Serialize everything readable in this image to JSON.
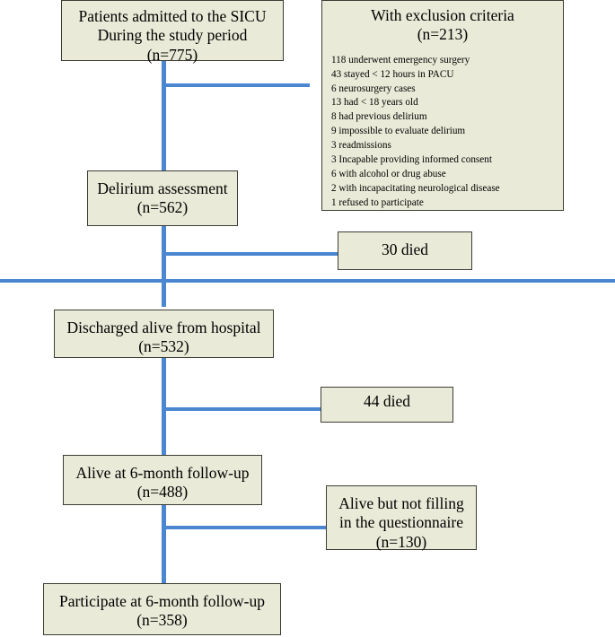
{
  "figure": {
    "type": "flowchart",
    "accent_color": "#4b86d1",
    "box_fill": "#e9ead7",
    "box_border": "#3d3d35"
  },
  "nodes": {
    "admitted": {
      "line1": "Patients admitted to the SICU",
      "line2": "During the study period",
      "line3": "(n=775)"
    },
    "exclusion": {
      "title": "With exclusion criteria",
      "count": "(n=213)",
      "items": [
        "118 underwent emergency surgery",
        "43 stayed < 12 hours in PACU",
        "6 neurosurgery cases",
        "13 had < 18 years old",
        "8 had previous delirium",
        "9 impossible to evaluate delirium",
        "3 readmissions",
        "3 Incapable providing informed consent",
        "6 with alcohol or drug abuse",
        "2 with incapacitating neurological disease",
        "1 refused to participate"
      ]
    },
    "delirium_assessment": {
      "line1": "Delirium assessment",
      "line2": "(n=562)"
    },
    "died_30": {
      "line1": "30 died"
    },
    "discharged": {
      "line1": "Discharged alive from hospital",
      "line2": "(n=532)"
    },
    "died_44": {
      "line1": "44 died"
    },
    "alive_6m": {
      "line1": "Alive at 6-month follow-up",
      "line2": "(n=488)"
    },
    "not_filling": {
      "line1": "Alive but not filling",
      "line2": "in the questionnaire",
      "line3": "(n=130)"
    },
    "participate_6m": {
      "line1": "Participate at 6-month follow-up",
      "line2": "(n=358)"
    }
  }
}
